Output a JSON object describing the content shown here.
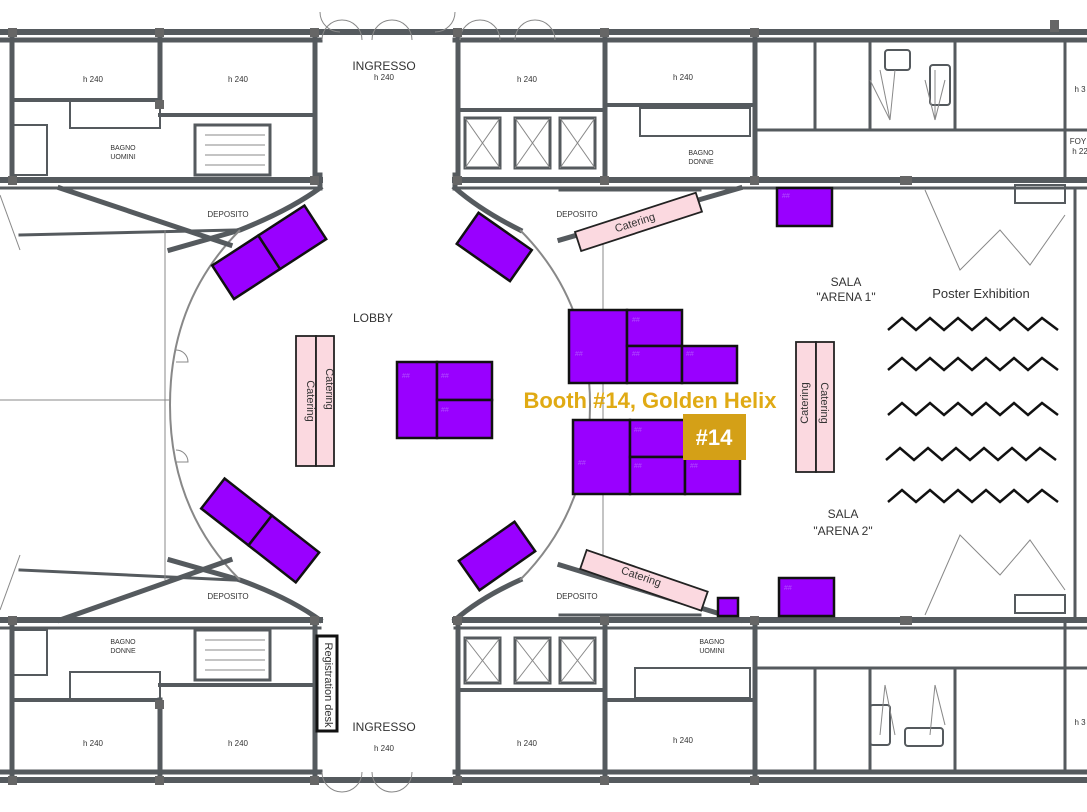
{
  "title": "Booth #14, Golden Helix",
  "badge": "#14",
  "colors": {
    "booth": "#9900ff",
    "highlight": "#e0aa14",
    "badge_bg": "#d4a017",
    "catering": "#fbd9e0",
    "walls": "#555a5e"
  },
  "rooms": {
    "h240": "h 240",
    "ingresso": "INGRESSO",
    "lobby": "LOBBY",
    "deposito": "DEPOSITO",
    "bagno": "BAGNO",
    "uomini": "UOMINI",
    "donne": "DONNE",
    "sala": "SALA",
    "arena1": "\"ARENA 1\"",
    "arena2": "\"ARENA 2\"",
    "poster": "Poster Exhibition",
    "foy": "FOY",
    "h22": "h 22",
    "h3": "h 3"
  },
  "catering_label": "Catering",
  "registration_label": "Registration desk"
}
